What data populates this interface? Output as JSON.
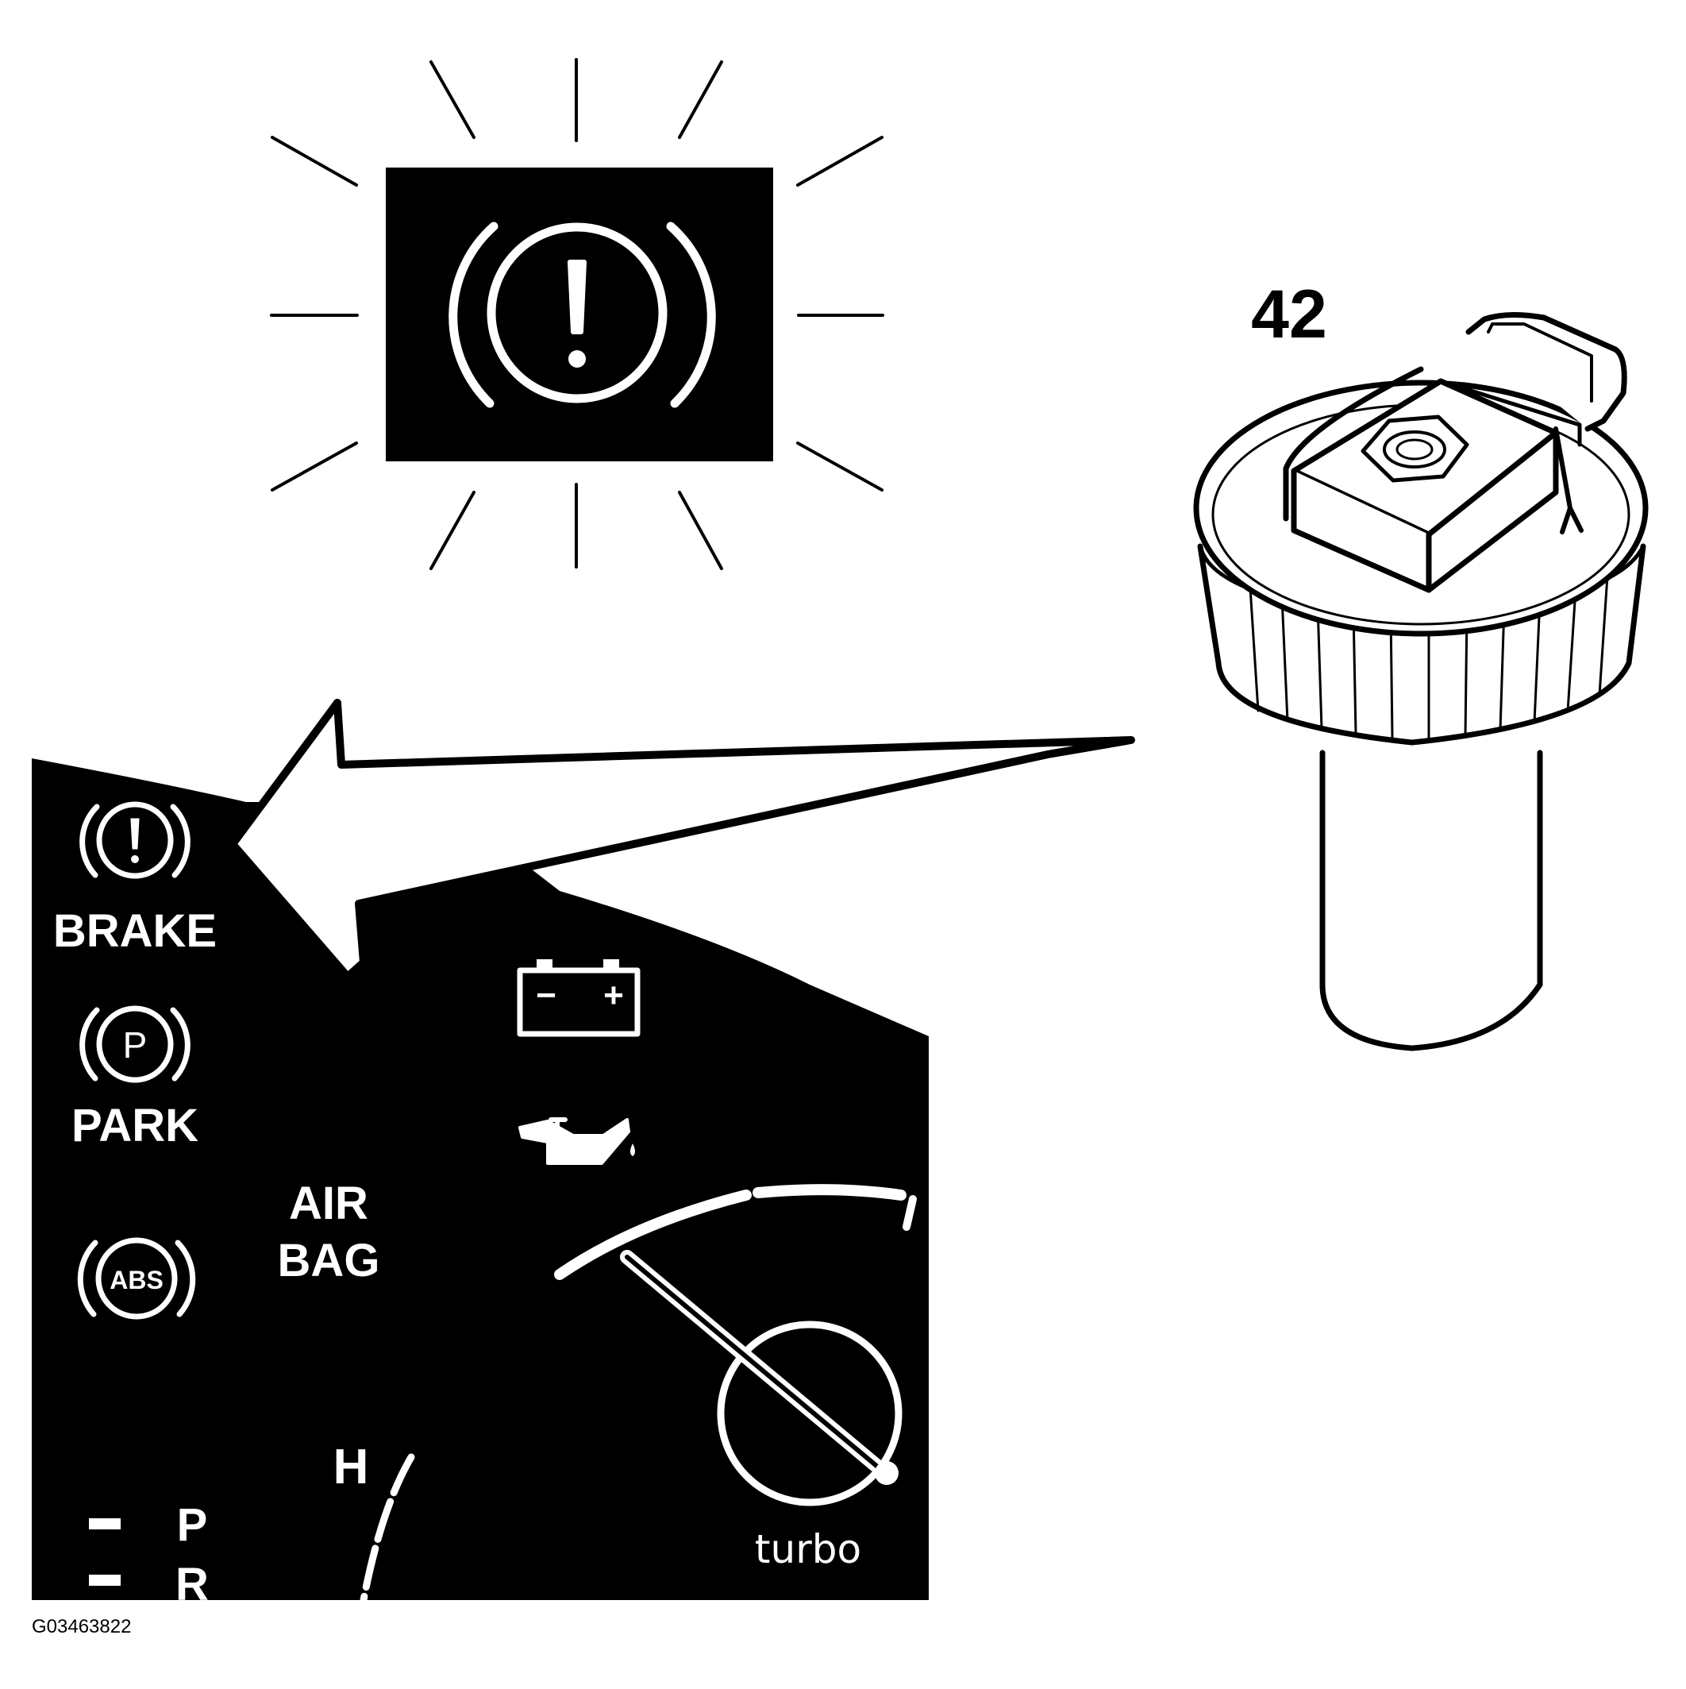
{
  "labels": {
    "part_number": "42",
    "brake": "BRAKE",
    "park": "PARK",
    "park_symbol": "P",
    "abs_symbol": "ABS",
    "air": "AIR",
    "bag": "BAG",
    "gauge_hot": "H",
    "gear_p": "P",
    "gear_r": "R",
    "battery_minus": "−",
    "battery_plus": "+",
    "turbo": "turbo",
    "figure_code": "G03463822"
  },
  "icons": {
    "warning_lamp": "brake-warning-lamp-icon",
    "brake": "brake-warning-icon",
    "park": "parking-brake-icon",
    "abs": "abs-icon",
    "battery": "battery-icon",
    "oil": "oil-can-icon",
    "reservoir_cap": "brake-fluid-reservoir-cap-icon"
  },
  "colors": {
    "ink": "#000000",
    "paper": "#ffffff"
  }
}
